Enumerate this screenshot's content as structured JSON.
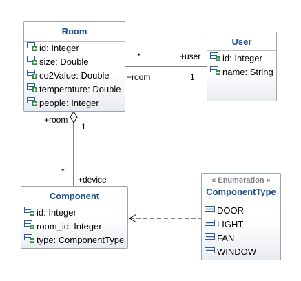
{
  "classes": {
    "room": {
      "name": "Room",
      "attributes": [
        "id: Integer",
        "size: Double",
        "co2Value: Double",
        "temperature: Double",
        "people: Integer"
      ]
    },
    "user": {
      "name": "User",
      "attributes": [
        "id: Integer",
        "name: String"
      ]
    },
    "component": {
      "name": "Component",
      "attributes": [
        "id: Integer",
        "room_id: Integer",
        "type: ComponentType"
      ]
    },
    "component_type": {
      "stereotype": "« Enumeration »",
      "name": "ComponentType",
      "literals": [
        "DOOR",
        "LIGHT",
        "FAN",
        "WINDOW"
      ]
    }
  },
  "associations": {
    "room_user": {
      "room_multiplicity": "*",
      "room_role": "+room",
      "user_role": "+user",
      "user_multiplicity": "1"
    },
    "room_component": {
      "room_role": "+room",
      "room_multiplicity": "1",
      "component_multiplicity": "*",
      "component_role": "+device"
    }
  },
  "colors": {
    "class_name": "#1b4f8f",
    "border": "#9aa4b2",
    "attribute_icon": "#2e8b3e",
    "literal_icon": "#2a5fa8"
  }
}
